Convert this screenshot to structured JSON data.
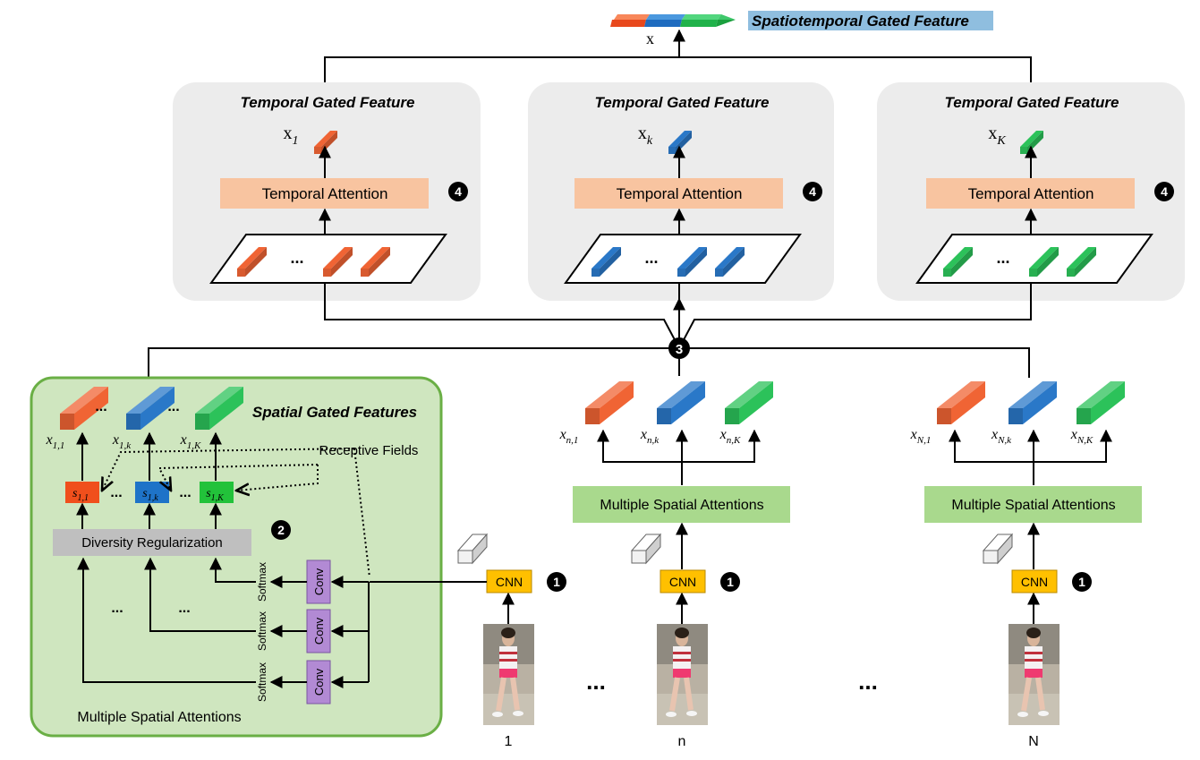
{
  "header": {
    "output_title": "Spatiotemporal Gated Feature",
    "output_symbol": "x"
  },
  "temporal_branches": [
    {
      "title": "Temporal Gated Feature",
      "symbol": "x",
      "sub": "1",
      "attention": "Temporal Attention",
      "step": "4",
      "color": "#f06434"
    },
    {
      "title": "Temporal Gated Feature",
      "symbol": "x",
      "sub": "k",
      "attention": "Temporal Attention",
      "step": "4",
      "color": "#2a78c8"
    },
    {
      "title": "Temporal Gated Feature",
      "symbol": "x",
      "sub": "K",
      "attention": "Temporal Attention",
      "step": "4",
      "color": "#2cc25a"
    }
  ],
  "ellipsis": "...",
  "merge_step": "3",
  "spatial_panel": {
    "title": "Spatial Gated Features",
    "receptive_fields": "Receptive Fields",
    "diversity": "Diversity Regularization",
    "diversity_step": "2",
    "caption": "Multiple Spatial Attentions",
    "features": [
      {
        "sym": "x",
        "sub": "1,1",
        "color": "#f06434"
      },
      {
        "sym": "x",
        "sub": "1,k",
        "color": "#2a78c8"
      },
      {
        "sym": "x",
        "sub": "1,K",
        "color": "#2cc25a"
      }
    ],
    "maps": [
      {
        "sym": "s",
        "sub": "1,1",
        "color": "#f04f1c"
      },
      {
        "sym": "s",
        "sub": "1,k",
        "color": "#1e73c8"
      },
      {
        "sym": "s",
        "sub": "1,K",
        "color": "#22c23a"
      }
    ],
    "softmax": "Softmax",
    "conv": "Conv"
  },
  "frames": [
    {
      "label": "1",
      "cnn": "CNN",
      "cnn_step": "1"
    },
    {
      "label": "n",
      "cnn": "CNN",
      "cnn_step": "1",
      "msa": "Multiple Spatial Attentions",
      "features": [
        {
          "sym": "x",
          "sub": "n,1",
          "color": "#f06434"
        },
        {
          "sym": "x",
          "sub": "n,k",
          "color": "#2a78c8"
        },
        {
          "sym": "x",
          "sub": "n,K",
          "color": "#2cc25a"
        }
      ]
    },
    {
      "label": "N",
      "cnn": "CNN",
      "cnn_step": "1",
      "msa": "Multiple Spatial Attentions",
      "features": [
        {
          "sym": "x",
          "sub": "N,1",
          "color": "#f06434"
        },
        {
          "sym": "x",
          "sub": "N,k",
          "color": "#2a78c8"
        },
        {
          "sym": "x",
          "sub": "N,K",
          "color": "#2cc25a"
        }
      ]
    }
  ],
  "colors": {
    "attention_box": "#f8c4a0",
    "msa_box": "#a9d98d",
    "cnn_box": "#ffc000",
    "conv_box": "#b28ad4",
    "diversity_box": "#bfbfbf",
    "panel_gray": "#ececec",
    "panel_green": "#cfe6bf",
    "panel_green_border": "#6aaf45",
    "title_highlight": "#8fbedf"
  }
}
